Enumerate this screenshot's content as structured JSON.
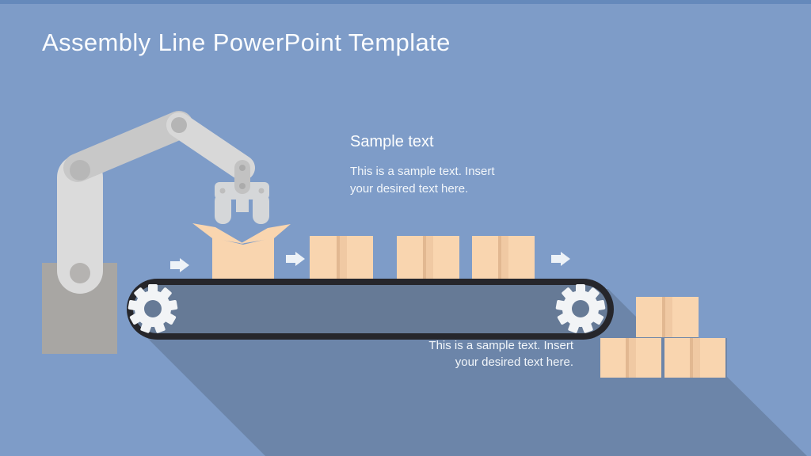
{
  "slide": {
    "title": "Assembly Line PowerPoint Template",
    "top_callout": {
      "heading": "Sample text",
      "line1": "This is a sample text. Insert",
      "line2": "your desired text here."
    },
    "bottom_callout": {
      "line1": "This is a sample text. Insert",
      "line2": "your desired text here."
    }
  },
  "colors": {
    "background": "#7E9CC8",
    "top_strip": "#6589BB",
    "long_shadow": "#6C85A9",
    "belt_fill": "#667A96",
    "belt_outline": "#26262B",
    "gear": "#F2F4F6",
    "box_fill": "#F9D5AF",
    "box_stripe_dark": "#E2B891",
    "box_stripe_mid": "#F0C9A3",
    "arm_light": "#DBDBDB",
    "arm_mid": "#C8C8C8",
    "arm_joint": "#B7B7B7",
    "base_gray": "#A8A6A3",
    "gripper": "#D5D7D9",
    "arrow": "#EDF2F7",
    "text": "#FFFFFF"
  },
  "icons": {
    "gear_left": "gear-icon",
    "gear_right": "gear-icon",
    "arrows": "arrow-right-icon"
  }
}
